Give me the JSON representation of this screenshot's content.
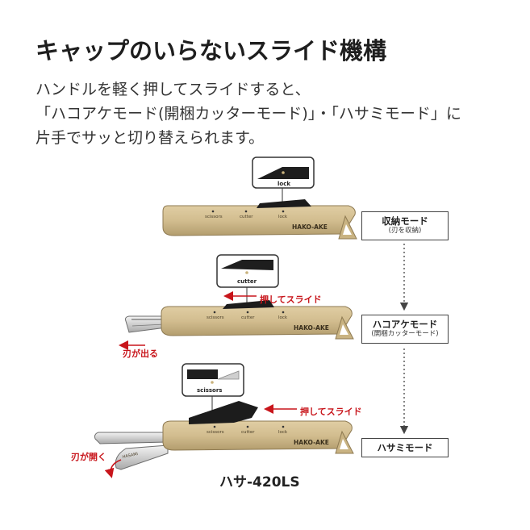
{
  "title": "キャップのいらないスライド機構",
  "description": {
    "line1": "ハンドルを軽く押してスライドすると、",
    "line2": "「ハコアケモード(開梱カッターモード)」・「ハサミモード」に",
    "line3": "片手でサッと切り替えられます。"
  },
  "tool": {
    "labels": {
      "scissors": "scissors",
      "cutter": "cutter",
      "lock": "lock"
    },
    "brand": "HAKO-AKE"
  },
  "callouts": {
    "lock": "lock",
    "cutter": "cutter",
    "scissors": "scissors"
  },
  "modes": [
    {
      "name": "収納モード",
      "sub": "(刃を収納)"
    },
    {
      "name": "ハコアケモード",
      "sub": "(開梱カッターモード)"
    },
    {
      "name": "ハサミモード",
      "sub": ""
    }
  ],
  "annotations": {
    "push_slide_1": "押してスライド",
    "push_slide_2": "押してスライド",
    "blade_out": "刃が出る",
    "blade_open": "刃が開く"
  },
  "model_name": "ハサ-420LS",
  "colors": {
    "body": "#d2bd8f",
    "body_dark": "#b39d6e",
    "accent_red": "#c8151b",
    "slider": "#222222"
  }
}
